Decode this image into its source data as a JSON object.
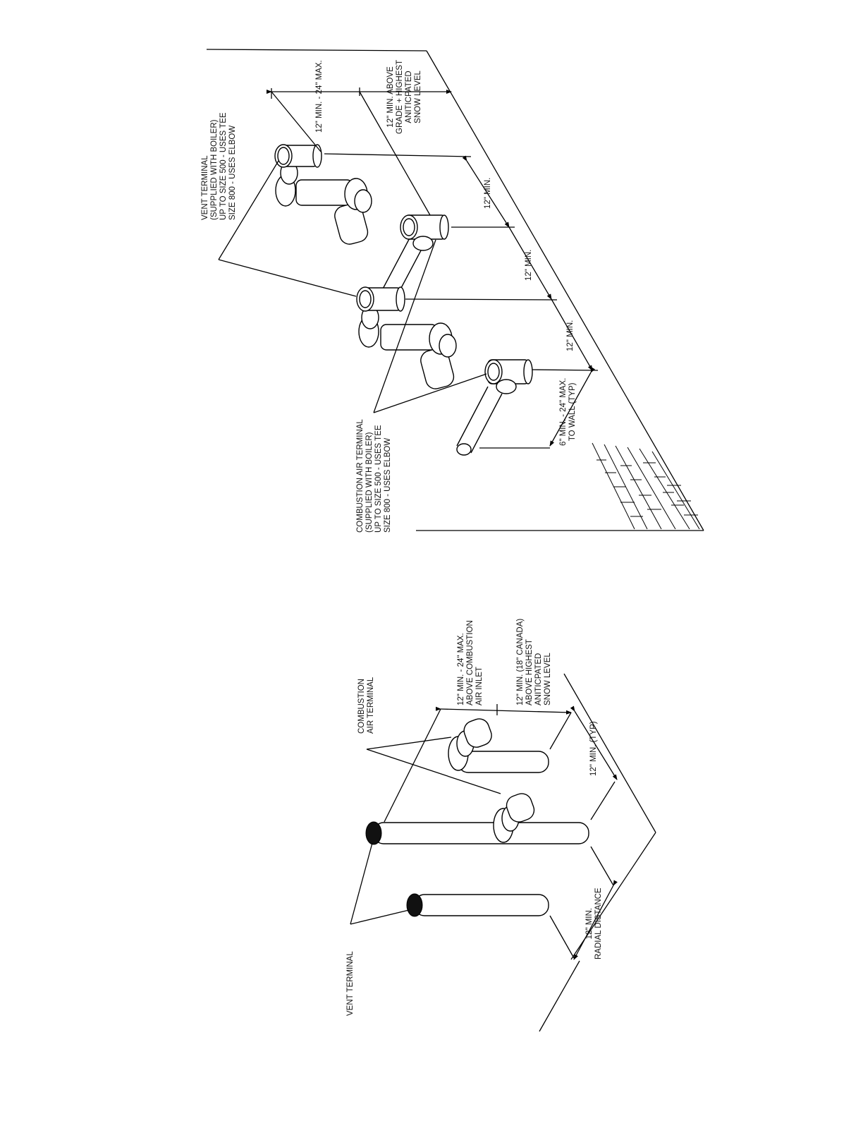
{
  "top_diagram": {
    "labels": {
      "vent_terminal": "VENT TERMINAL\n(SUPPLIED WITH BOILER)\nUP TO SIZE 500 - USES TEE\nSIZE 800 - USES ELBOW",
      "combustion_air_terminal": "COMBUSTION AIR TERMINAL\n(SUPPLIED WITH BOILER)\nUP TO SIZE 500 - USES TEE\nSIZE 800 - USES ELBOW",
      "dim_vent_above_inlet": "12\" MIN. - 24\" MAX.",
      "dim_above_grade": "12\" MIN. ABOVE\nGRADE + HIGHEST\nANITICPATED\nSNOW LEVEL",
      "dim_spacing_1": "12\" MIN.",
      "dim_spacing_2": "12\" MIN.",
      "dim_spacing_3": "12\" MIN.",
      "dim_to_wall": "6\" MIN. - 24\" MAX.\nTO WALL (TYP)"
    }
  },
  "bottom_diagram": {
    "labels": {
      "combustion_air_terminal": "COMBUSTION\nAIR TERMINAL",
      "vent_terminal": "VENT TERMINAL",
      "dim_above_inlet": "12\" MIN. - 24\" MAX.\nABOVE COMBUSTION\nAIR INLET",
      "dim_snow_level": "12\" MIN. (18\" CANADA)\nABOVE HIGHEST\nANITICPATED\nSNOW LEVEL",
      "dim_typ": "12\" MIN. (TYP)",
      "dim_radial": "12\" MIN.\nRADIAL DISTANCE"
    }
  }
}
